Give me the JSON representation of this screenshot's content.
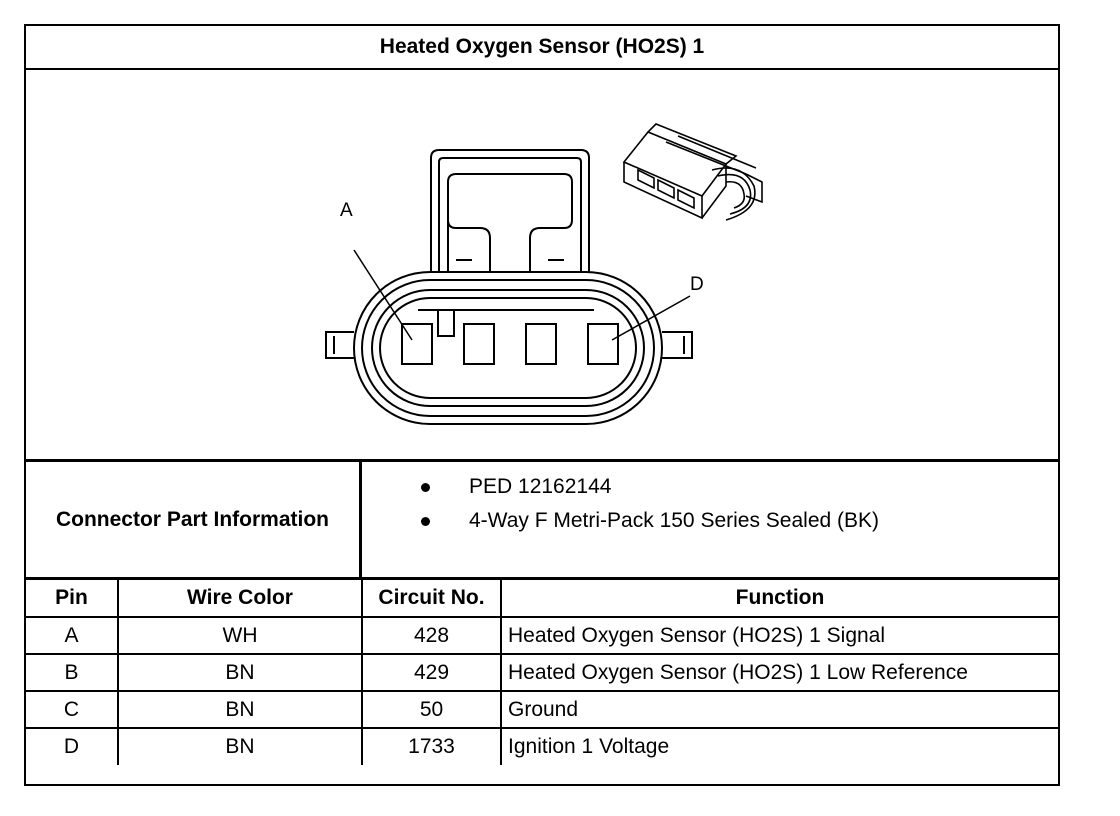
{
  "title": "Heated Oxygen Sensor (HO2S) 1",
  "diagram": {
    "callouts": [
      "A",
      "D"
    ]
  },
  "connector_info": {
    "label": "Connector Part Information",
    "items": [
      "PED 12162144",
      "4-Way F Metri-Pack 150 Series Sealed (BK)"
    ]
  },
  "pin_table": {
    "headers": [
      "Pin",
      "Wire Color",
      "Circuit No.",
      "Function"
    ],
    "rows": [
      {
        "pin": "A",
        "wire_color": "WH",
        "circuit": "428",
        "function": "Heated Oxygen Sensor (HO2S) 1 Signal"
      },
      {
        "pin": "B",
        "wire_color": "BN",
        "circuit": "429",
        "function": "Heated Oxygen Sensor (HO2S) 1 Low Reference"
      },
      {
        "pin": "C",
        "wire_color": "BN",
        "circuit": "50",
        "function": "Ground"
      },
      {
        "pin": "D",
        "wire_color": "BN",
        "circuit": "1733",
        "function": "Ignition 1 Voltage"
      }
    ]
  }
}
